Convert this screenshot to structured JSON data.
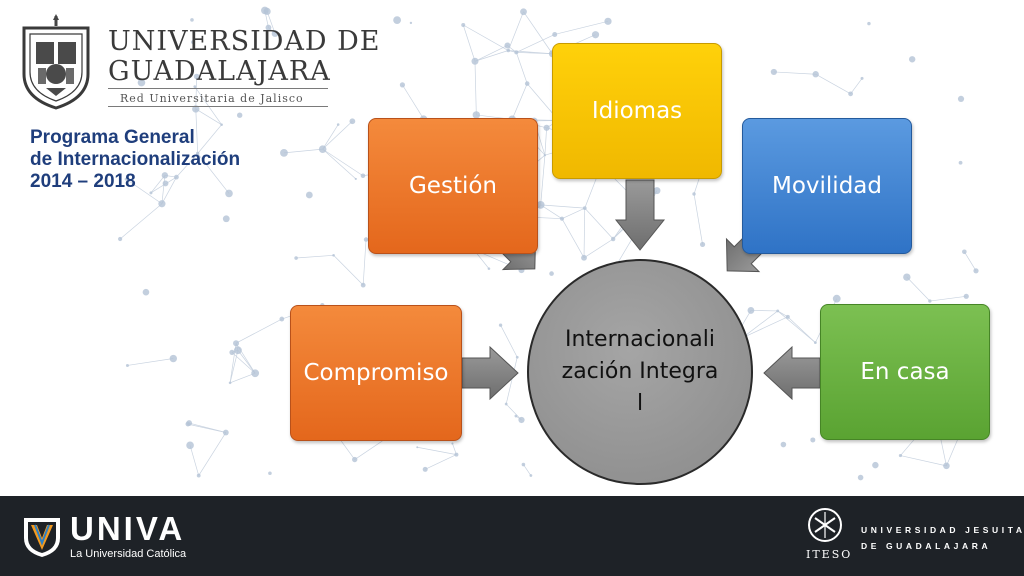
{
  "header": {
    "university_line1": "UNIVERSIDAD DE",
    "university_line2": "GUADALAJARA",
    "university_sub": "Red Universitaria de Jalisco",
    "title_lines": [
      "Programa General",
      "de Internacionalización",
      "2014 – 2018"
    ]
  },
  "diagram": {
    "center": "Internacionalización Integral",
    "nodes": {
      "idiomas": "Idiomas",
      "gestion": "Gestión",
      "movilidad": "Movilidad",
      "compromiso": "Compromiso",
      "en_casa": "En casa"
    }
  },
  "footer": {
    "univa_name": "UNIVA",
    "univa_tagline": "La Universidad Católica",
    "iteso_word": "ITESO",
    "iteso_line1": "UNIVERSIDAD JESUITA",
    "iteso_line2": "DE GUADALAJARA"
  },
  "colors": {
    "title_blue": "#1f3e7c",
    "orange": "#e96f24",
    "yellow": "#f7c300",
    "blue": "#3f82d2",
    "green": "#6ab441",
    "center_gray": "#959595",
    "footer_dark": "#1e2227"
  }
}
